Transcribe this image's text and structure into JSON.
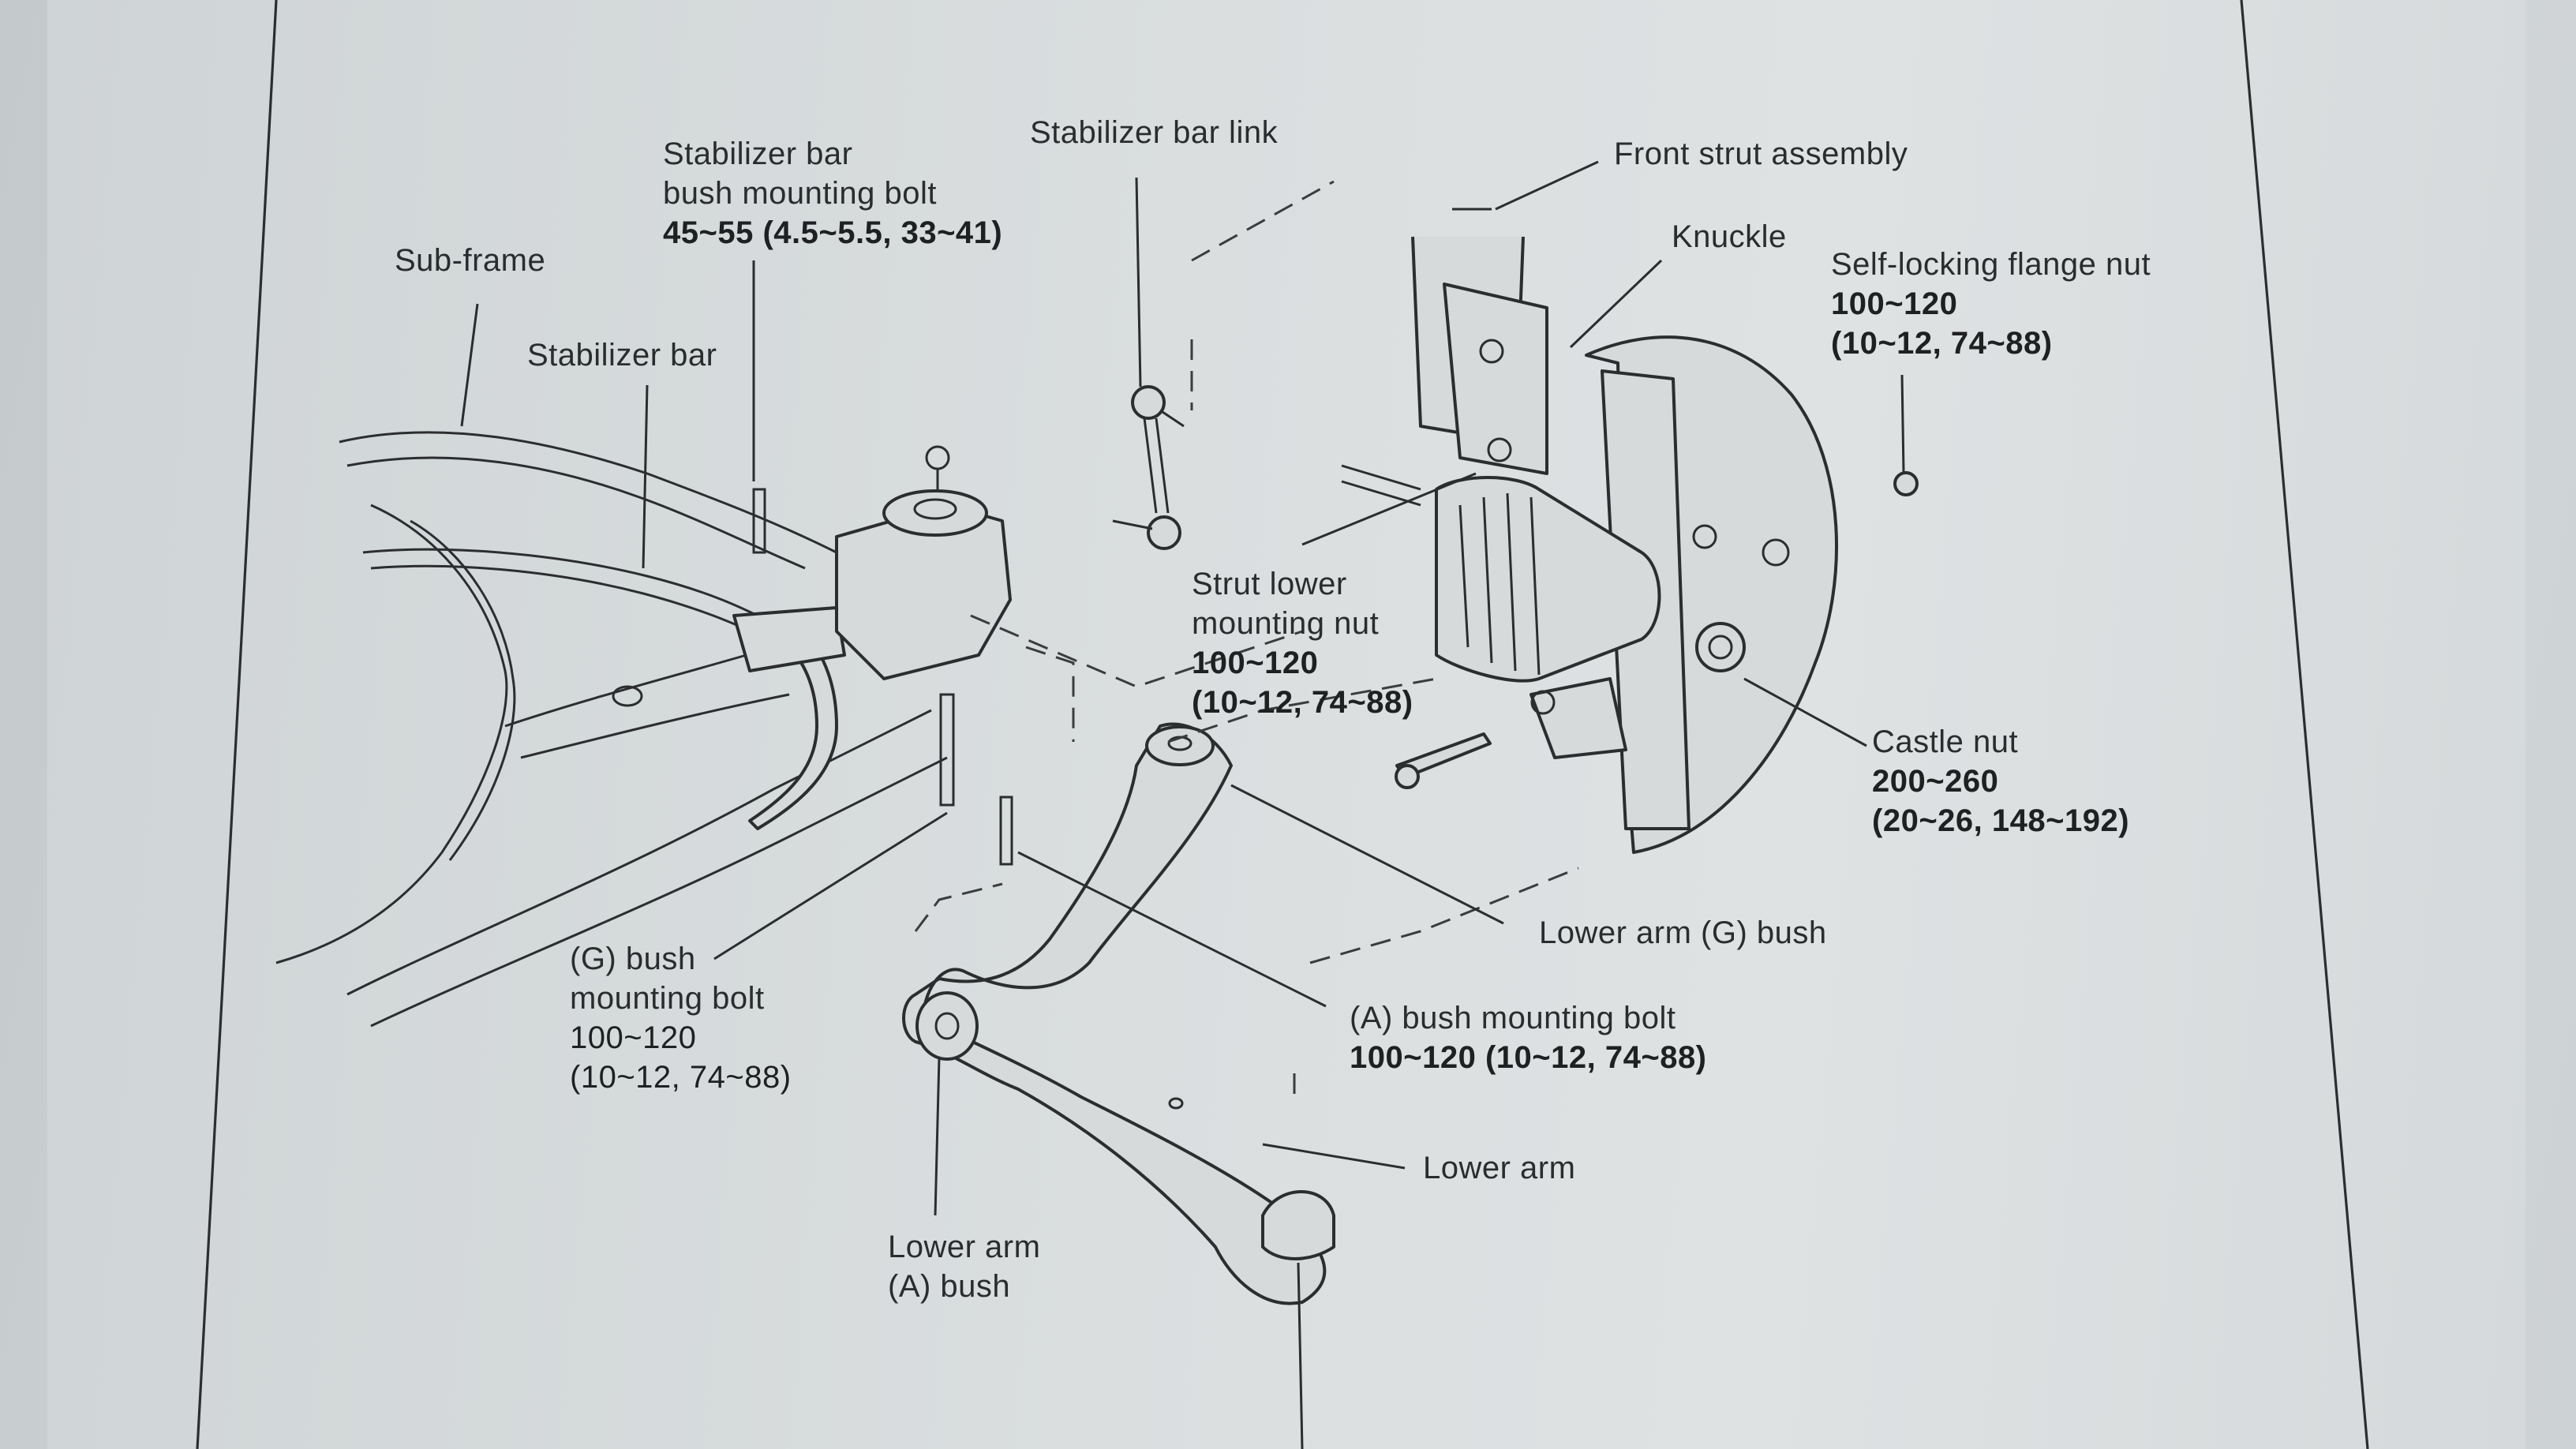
{
  "labels": {
    "sub_frame": "Sub-frame",
    "stabilizer_bar": "Stabilizer bar",
    "stab_bolt_name_1": "Stabilizer bar",
    "stab_bolt_name_2": "bush mounting bolt",
    "stab_bolt_spec": "45~55  (4.5~5.5, 33~41)",
    "stab_link": "Stabilizer bar link",
    "front_strut": "Front strut assembly",
    "knuckle": "Knuckle",
    "flange_nut_name": "Self-locking flange nut",
    "flange_nut_spec_1": "100~120",
    "flange_nut_spec_2": "(10~12, 74~88)",
    "strut_nut_name_1": "Strut lower",
    "strut_nut_name_2": "mounting nut",
    "strut_nut_spec_1": "100~120",
    "strut_nut_spec_2": "(10~12, 74~88)",
    "castle_nut_name": "Castle nut",
    "castle_nut_spec_1": "200~260",
    "castle_nut_spec_2": "(20~26, 148~192)",
    "lower_arm_g_bush": "Lower arm (G) bush",
    "g_bolt_name_1": "(G) bush",
    "g_bolt_name_2": "mounting bolt",
    "g_bolt_spec_1": "100~120",
    "g_bolt_spec_2": "(10~12, 74~88)",
    "a_bolt_name": "(A) bush mounting bolt",
    "a_bolt_spec": "100~120  (10~12, 74~88)",
    "lower_arm": "Lower arm",
    "lower_arm_a_bush_1": "Lower arm",
    "lower_arm_a_bush_2": "(A) bush"
  }
}
